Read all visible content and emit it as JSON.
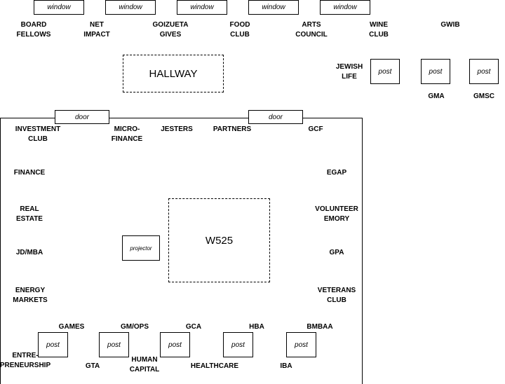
{
  "windows": [
    "window",
    "window",
    "window",
    "window",
    "window"
  ],
  "hallway": "HALLWAY",
  "room": "W525",
  "projector": "projector",
  "doors": [
    "door",
    "door"
  ],
  "posts_top": [
    "post",
    "post",
    "post"
  ],
  "posts_bottom": [
    "post",
    "post",
    "post",
    "post",
    "post"
  ],
  "labels": {
    "board_fellows": "BOARD\nFELLOWS",
    "net_impact": "NET\nIMPACT",
    "goizueta_gives": "GOIZUETA\nGIVES",
    "food_club": "FOOD\nCLUB",
    "arts_council": "ARTS\nCOUNCIL",
    "wine_club": "WINE\nCLUB",
    "gwib": "GWIB",
    "jewish_life": "JEWISH\nLIFE",
    "gma": "GMA",
    "gmsc": "GMSC",
    "investment_club": "INVESTMENT\nCLUB",
    "micro_finance": "MICRO-\nFINANCE",
    "jesters": "JESTERS",
    "partners": "PARTNERS",
    "gcf": "GCF",
    "finance": "FINANCE",
    "egap": "EGAP",
    "real_estate": "REAL\nESTATE",
    "volunteer_emory": "VOLUNTEER\nEMORY",
    "jd_mba": "JD/MBA",
    "gpa": "GPA",
    "energy_markets": "ENERGY\nMARKETS",
    "veterans_club": "VETERANS\nCLUB",
    "games": "GAMES",
    "gm_ops": "GM/OPS",
    "gca": "GCA",
    "hba": "HBA",
    "bmbaa": "BMBAA",
    "entrepreneurship": "ENTRE-\nPRENEURSHIP",
    "gta": "GTA",
    "human_capital": "HUMAN\nCAPITAL",
    "healthcare": "HEALTHCARE",
    "iba": "IBA"
  }
}
